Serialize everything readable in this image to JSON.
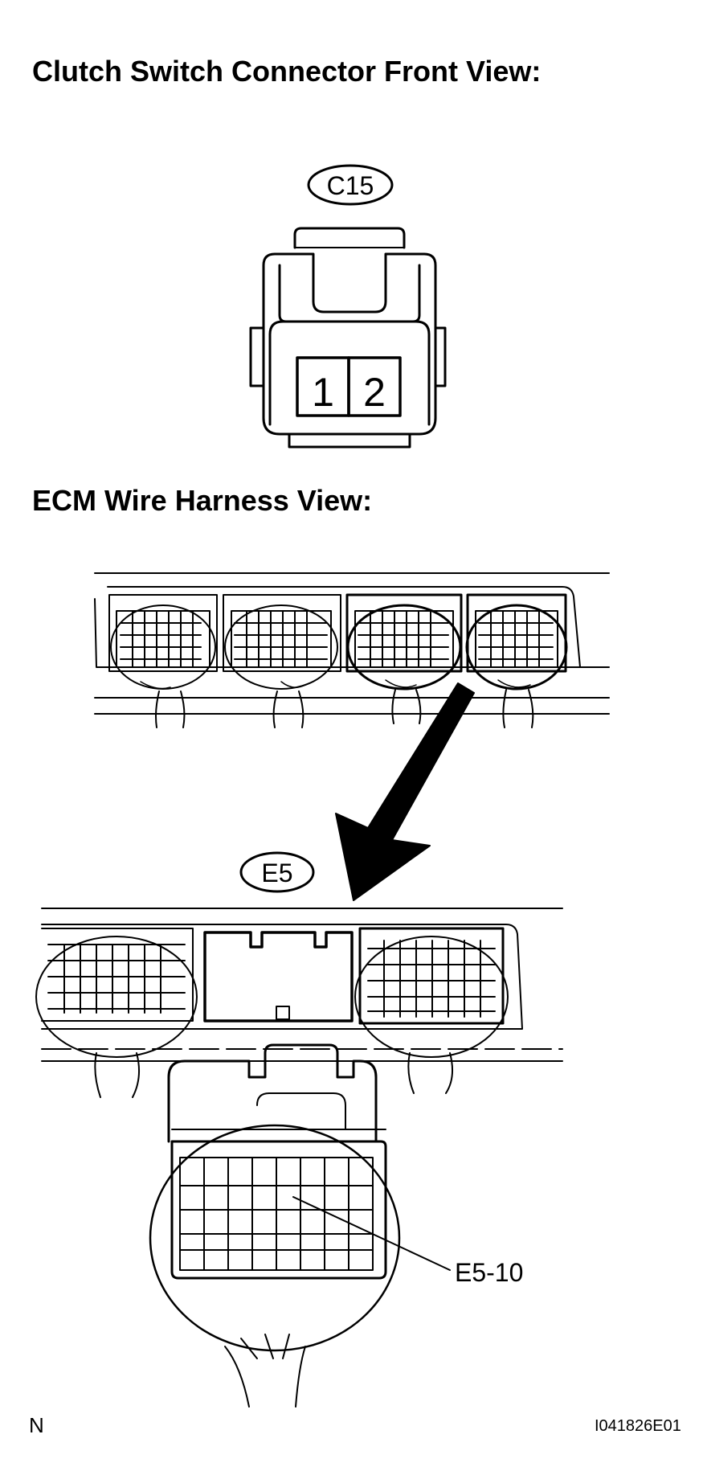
{
  "headings": {
    "clutch_switch": "Clutch Switch Connector Front View:",
    "ecm": "ECM Wire Harness View:"
  },
  "connectors": {
    "c15_label": "C15",
    "pin1": "1",
    "pin2": "2",
    "e5_label": "E5",
    "e5_pin_callout": "E5-10"
  },
  "footer": {
    "note": "N",
    "figure_id": "I041826E01"
  }
}
